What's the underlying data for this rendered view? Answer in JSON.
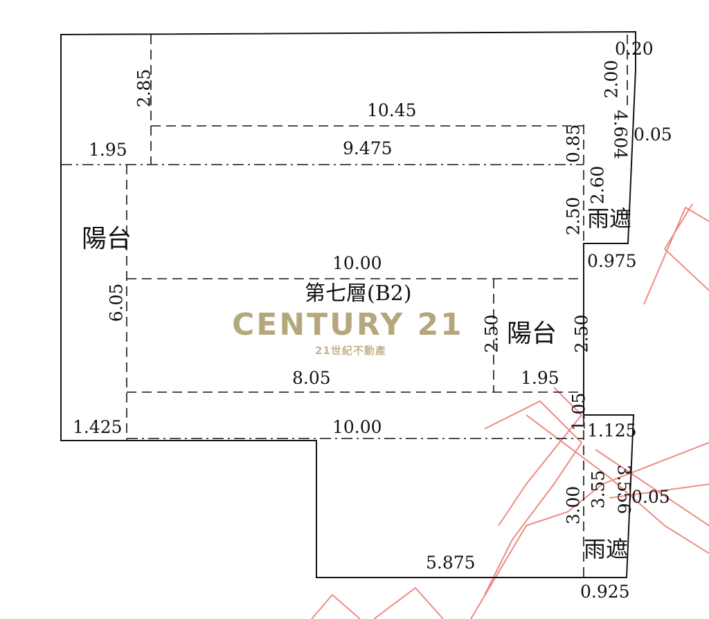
{
  "floor_title": "第七層(B2)",
  "rooms": {
    "balcony_left": "陽台",
    "balcony_right": "陽台",
    "canopy_top": "雨遮",
    "canopy_bottom": "雨遮"
  },
  "dimensions": [
    "0.20",
    "2.85",
    "10.45",
    "2.00",
    "4.604",
    "0.05",
    "1.95",
    "9.475",
    "0.85",
    "2.60",
    "2.50",
    "0.975",
    "10.00",
    "6.05",
    "2.50",
    "2.50",
    "8.05",
    "1.95",
    "1.05",
    "1.425",
    "10.00",
    "1.125",
    "3.55",
    "3.556",
    "0.05",
    "3.00",
    "5.875",
    "0.925"
  ],
  "watermark": {
    "brand": "CENTURY 21",
    "subtitle": "21世紀不動產",
    "color": "#b5a77c",
    "stamp_color": "#e8645a"
  },
  "colors": {
    "line": "#111111"
  }
}
